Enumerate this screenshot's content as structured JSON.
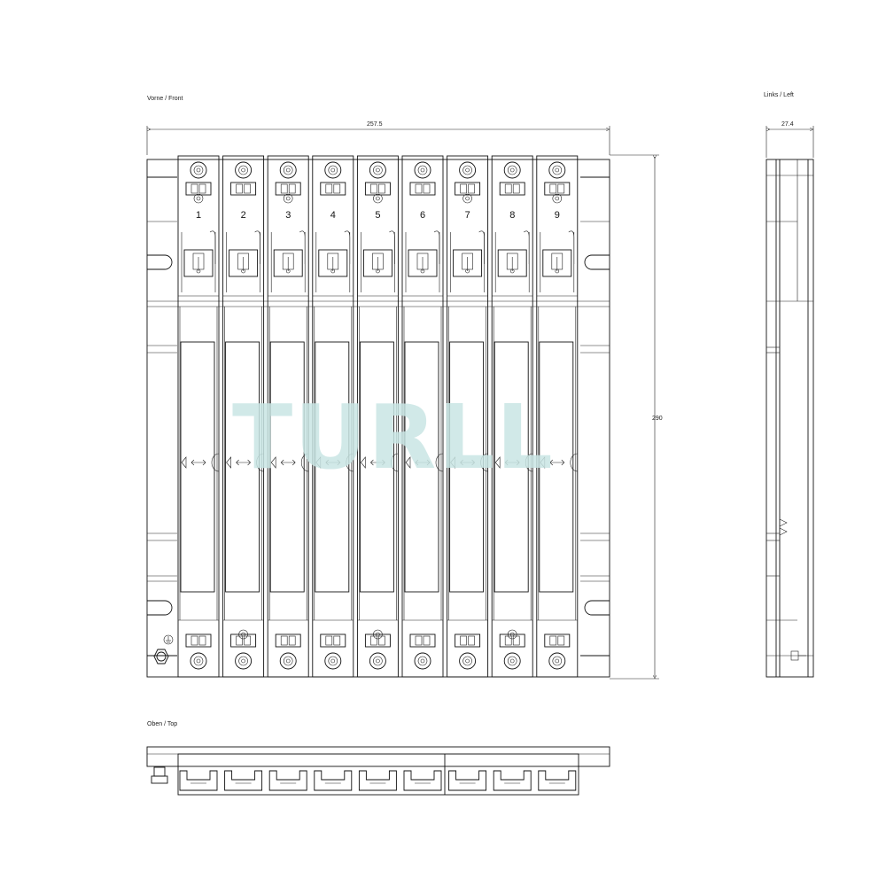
{
  "views": {
    "front_label": "Vorne / Front",
    "left_label": "Links / Left",
    "top_label": "Oben / Top"
  },
  "dimensions": {
    "width": "257.5",
    "height": "290",
    "depth": "27.4"
  },
  "slots": [
    "1",
    "2",
    "3",
    "4",
    "5",
    "6",
    "7",
    "8",
    "9"
  ],
  "watermark": "TURLL",
  "colors": {
    "line": "#111111",
    "watermark": "#c9e6e4"
  },
  "icons": {
    "ground": "ground-symbol-icon",
    "screw": "screw-terminal-icon"
  }
}
